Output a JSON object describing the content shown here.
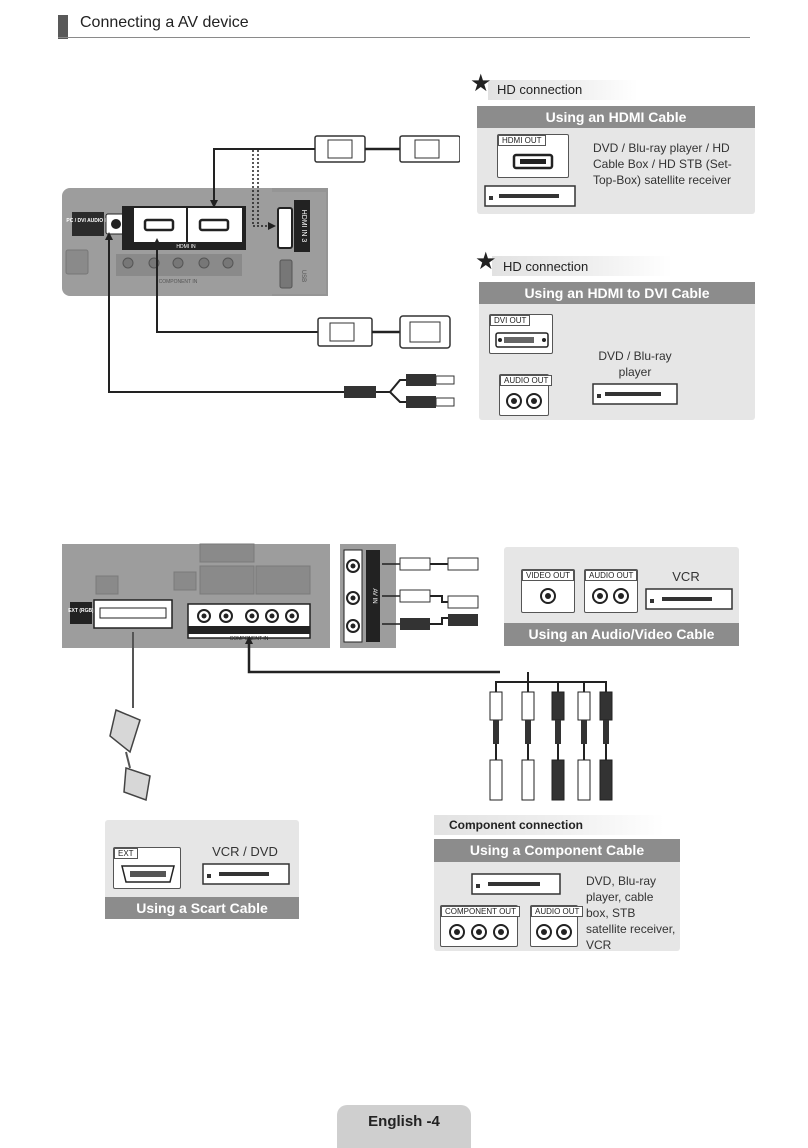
{
  "page": {
    "section_title": "Connecting a AV device",
    "footer": "English -4"
  },
  "hdmi_panel": {
    "badge": "HD connection",
    "title": "Using an HDMI Cable",
    "port_label": "HDMI OUT",
    "devices": "DVD / Blu-ray player / HD Cable Box / HD STB (Set-Top-Box) satellite receiver"
  },
  "dvi_panel": {
    "badge": "HD connection",
    "title": "Using an HDMI to DVI Cable",
    "dvi_port_label": "DVI OUT",
    "audio_port_label": "AUDIO OUT",
    "devices": "DVD / Blu-ray player"
  },
  "av_panel": {
    "video_port_label": "VIDEO OUT",
    "audio_port_label": "AUDIO OUT",
    "device": "VCR",
    "title": "Using an Audio/Video Cable"
  },
  "scart_panel": {
    "port_label": "EXT",
    "device": "VCR / DVD",
    "title": "Using a Scart Cable"
  },
  "component_panel": {
    "badge": "Component connection",
    "title": "Using a Component Cable",
    "component_port_label": "COMPONENT OUT",
    "audio_port_label": "AUDIO OUT",
    "devices": "DVD, Blu-ray player, cable box, STB satellite receiver, VCR"
  },
  "tv_top": {
    "pc_dvi_audio_label": "PC / DVI AUDIO IN",
    "hdmi_in_label": "HDMI IN",
    "hdmi_in3_label": "HDMI IN 3",
    "usb_label": "USB",
    "component_in_label": "COMPONENT IN"
  },
  "tv_bottom": {
    "ext_label": "EXT (RGB)",
    "component_in_label": "COMPONENT IN",
    "av_in_label": "AV IN"
  },
  "colors": {
    "panel_bg": "#e6e6e6",
    "panel_title": "#8c8c8c",
    "tv_body": "#9d9d9d",
    "accent_dark": "#595959"
  }
}
